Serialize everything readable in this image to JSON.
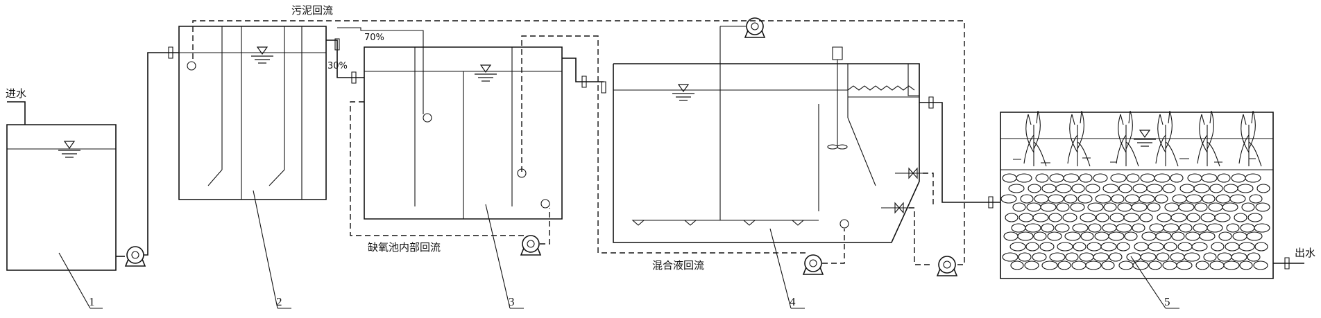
{
  "labels": {
    "inflow": "进水",
    "outflow": "出水",
    "sludge_return": "污泥回流",
    "anoxic_internal_return": "缺氧池内部回流",
    "mixed_liquor_return": "混合液回流",
    "split_70": "70%",
    "split_30": "30%"
  },
  "callouts": [
    "1",
    "2",
    "3",
    "4",
    "5"
  ]
}
